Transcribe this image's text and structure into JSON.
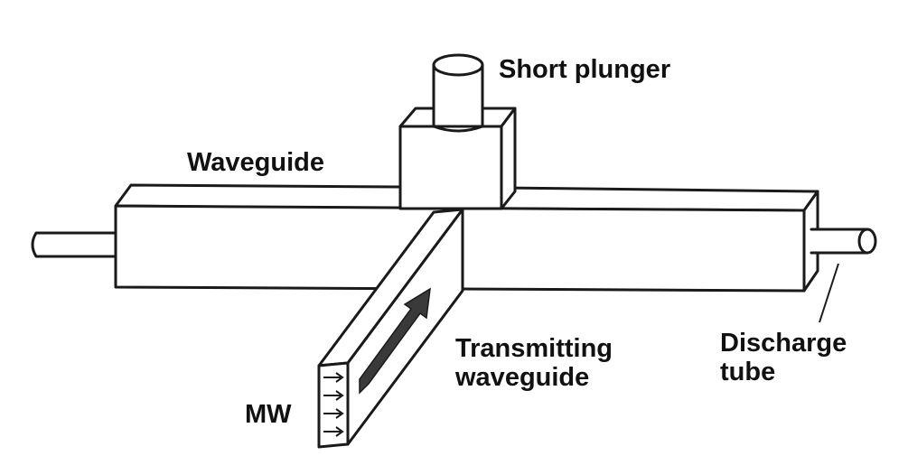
{
  "labels": {
    "short_plunger": "Short plunger",
    "waveguide": "Waveguide",
    "transmitting_waveguide_line1": "Transmitting",
    "transmitting_waveguide_line2": "waveguide",
    "discharge_tube_line1": "Discharge",
    "discharge_tube_line2": "tube",
    "mw": "MW"
  },
  "colors": {
    "stroke": "#1a1a1a",
    "fill": "#ffffff",
    "arrow": "#3a3a3a"
  }
}
